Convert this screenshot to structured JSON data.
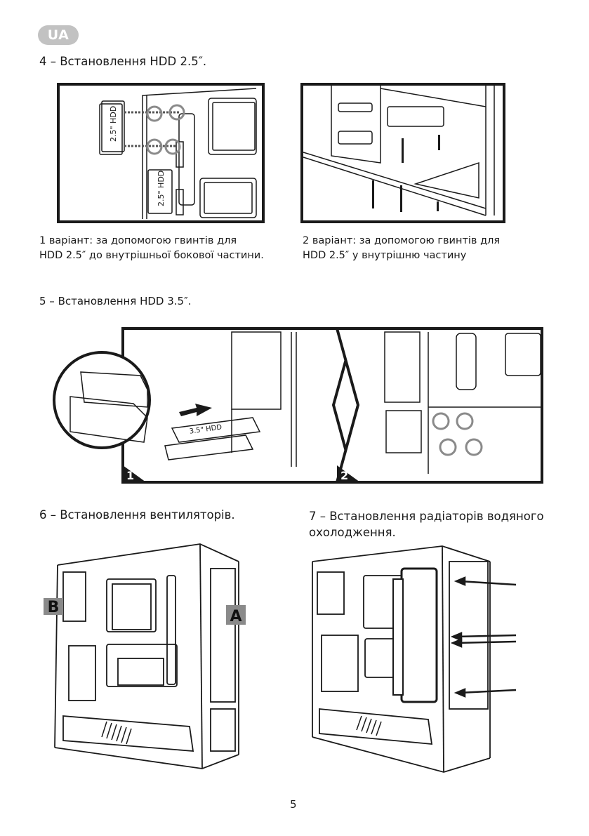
{
  "page": {
    "language_badge": "UA",
    "page_number": "5"
  },
  "sections": [
    {
      "heading": "4 – Встановлення HDD 2.5″.",
      "figures": [
        {
          "caption_line1": "1 варіант: за допомогою гвинтів для",
          "caption_line2": "HDD 2.5″ до внутрішньої бокової частини.",
          "label_top": "2.5\" HDD",
          "label_bottom": "2.5\" HDD"
        },
        {
          "caption_line1": "2 варіант: за допомогою гвинтів для",
          "caption_line2": "HDD 2.5″ у внутрішню частину"
        }
      ]
    },
    {
      "heading": "5 – Встановлення HDD 3.5″.",
      "steps": [
        {
          "number": "1",
          "drive_label": "3.5\" HDD"
        },
        {
          "number": "2"
        }
      ]
    },
    {
      "heading": "6 – Встановлення вентиляторів.",
      "labels": [
        "B",
        "A"
      ]
    },
    {
      "heading_line1": "7 – Встановлення радіаторів водяного",
      "heading_line2": "охолодження."
    }
  ],
  "colors": {
    "badge": "#c2c2c2",
    "circle_marker": "#8a8a8a",
    "frame": "#1a1a1a"
  }
}
